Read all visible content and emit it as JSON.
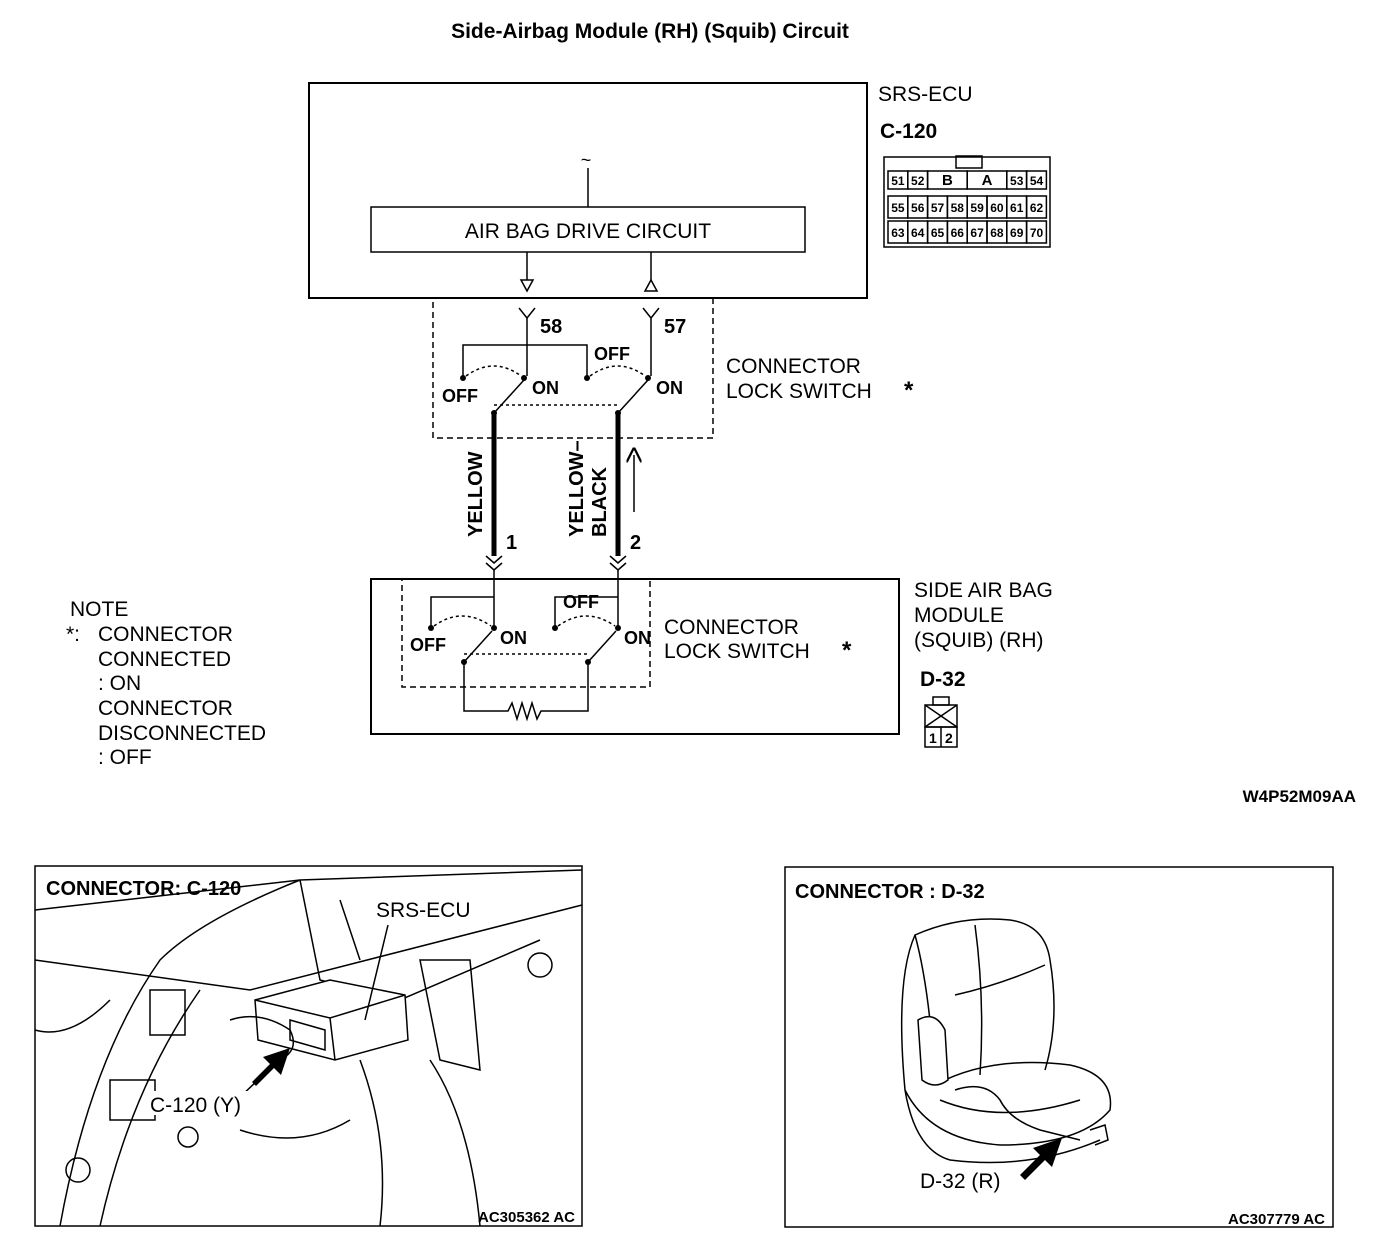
{
  "title": "Side-Airbag Module (RH) (Squib) Circuit",
  "ecu": {
    "name": "SRS-ECU",
    "connector_id": "C-120",
    "drive_circuit_label": "AIR BAG DRIVE CIRCUIT",
    "tilde": "~",
    "pin_rows": [
      [
        "51",
        "52",
        "B",
        "A",
        "53",
        "54"
      ],
      [
        "55",
        "56",
        "57",
        "58",
        "59",
        "60",
        "61",
        "62"
      ],
      [
        "63",
        "64",
        "65",
        "66",
        "67",
        "68",
        "69",
        "70"
      ]
    ]
  },
  "pins": {
    "left": "58",
    "right": "57"
  },
  "switch_labels": {
    "off": "OFF",
    "on": "ON"
  },
  "lock_switch_label_line1": "CONNECTOR",
  "lock_switch_label_line2": "LOCK SWITCH",
  "asterisk": "*",
  "wires": [
    {
      "color_line1": "YELLOW",
      "color_line2": "",
      "terminal": "1"
    },
    {
      "color_line1": "YELLOW–",
      "color_line2": "BLACK",
      "terminal": "2"
    }
  ],
  "module": {
    "line1": "SIDE AIR BAG",
    "line2": "MODULE",
    "line3": "(SQUIB) (RH)",
    "connector_id": "D-32",
    "pins": [
      "1",
      "2"
    ]
  },
  "note": {
    "heading": "NOTE",
    "marker": "*:",
    "lines": [
      "CONNECTOR",
      "CONNECTED",
      ": ON",
      "CONNECTOR",
      "DISCONNECTED",
      ": OFF"
    ]
  },
  "diagram_code": "W4P52M09AA",
  "photo_left": {
    "heading": "CONNECTOR: C-120",
    "callout_ecu": "SRS-ECU",
    "callout_connector": "C-120 (Y)",
    "code": "AC305362 AC"
  },
  "photo_right": {
    "heading": "CONNECTOR : D-32",
    "callout_connector": "D-32 (R)",
    "code": "AC307779 AC"
  }
}
